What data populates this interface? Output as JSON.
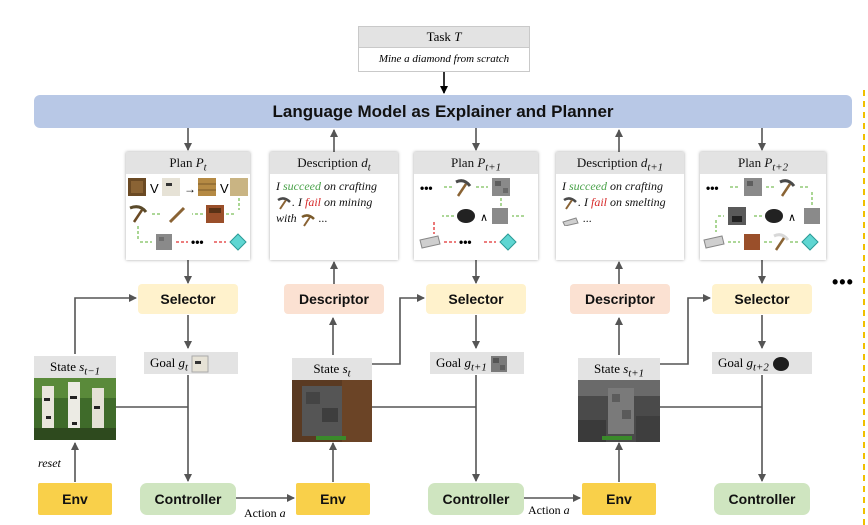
{
  "task": {
    "title": "Task ",
    "symbol": "T",
    "text": "Mine a diamond from scratch"
  },
  "lm_bar": "Language Model as Explainer and Planner",
  "plans": [
    {
      "label": "Plan ",
      "sub": "t"
    },
    {
      "label": "Plan ",
      "sub": "t+1"
    },
    {
      "label": "Plan ",
      "sub": "t+2"
    }
  ],
  "descriptions": [
    {
      "label": "Description ",
      "sub": "t",
      "parts": [
        "I ",
        "succeed",
        " on crafting ",
        ". I ",
        "fail",
        " on mining with ",
        " ..."
      ]
    },
    {
      "label": "Description ",
      "sub": "t+1",
      "parts": [
        "I ",
        "succeed",
        " on crafting ",
        ". I ",
        "fail",
        " on smelting ",
        " ..."
      ]
    }
  ],
  "modules": {
    "selector": "Selector",
    "descriptor": "Descriptor",
    "env": "Env",
    "controller": "Controller"
  },
  "goals": [
    {
      "label": "Goal ",
      "sub": "t"
    },
    {
      "label": "Goal ",
      "sub": "t+1"
    },
    {
      "label": "Goal ",
      "sub": "t+2"
    }
  ],
  "states": [
    {
      "label": "State ",
      "sub": "t−1"
    },
    {
      "label": "State ",
      "sub": "t"
    },
    {
      "label": "State ",
      "sub": "t+1"
    }
  ],
  "reset": "reset",
  "action": "Action ",
  "action_symbol": "a",
  "ellipsis": "……",
  "dots": "•••",
  "colors": {
    "lm_bar": "#b8c8e6",
    "selector": "#fff2cc",
    "descriptor": "#fbe1d2",
    "env": "#f9d04a",
    "controller": "#cfe5c0",
    "succeed": "#4aa24a",
    "fail": "#d62828",
    "arrow_green": "#7cbf5a",
    "arrow_red": "#e03030"
  }
}
